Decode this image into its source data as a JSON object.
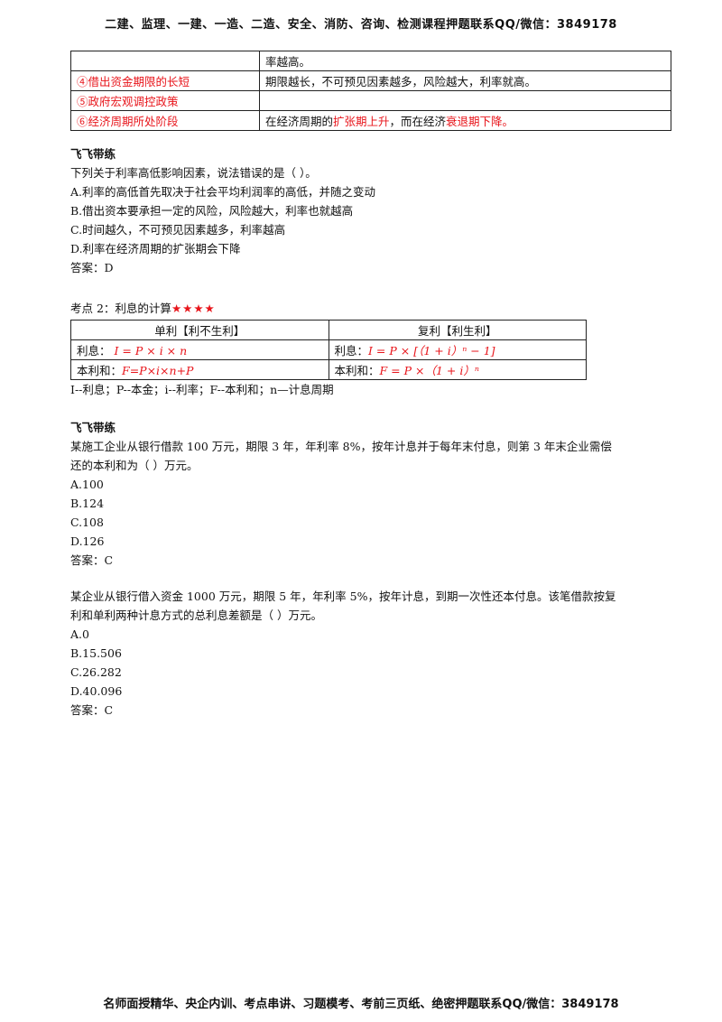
{
  "header": "二建、监理、一建、一造、二造、安全、消防、咨询、检测课程押题联系QQ/微信：3849178",
  "footer": "名师面授精华、央企内训、考点串讲、习题模考、考前三页纸、绝密押题联系QQ/微信：3849178",
  "table1": {
    "row0_c2": "率越高。",
    "rows": [
      {
        "c1": "④借出资金期限的长短",
        "c2": "期限越长，不可预见因素越多，风险越大，利率就高。"
      },
      {
        "c1": "⑤政府宏观调控政策",
        "c2": ""
      },
      {
        "c1": "⑥经济周期所处阶段",
        "c2_a": "在经济周期的",
        "c2_b": "扩张期上升",
        "c2_c": "，而在经济",
        "c2_d": "衰退期下降。"
      }
    ]
  },
  "section1": {
    "title": "飞飞带练",
    "question": "下列关于利率高低影响因素，说法错误的是（    ）。",
    "options": [
      "A.利率的高低首先取决于社会平均利润率的高低，并随之变动",
      "B.借出资本要承担一定的风险，风险越大，利率也就越高",
      "C.时间越久，不可预见因素越多，利率越高",
      "D.利率在经济周期的扩张期会下降"
    ],
    "answer": "答案：D"
  },
  "kaodian": {
    "label": "考点 2：利息的计算",
    "stars": "★★★★"
  },
  "table2": {
    "h1": "单利【利不生利】",
    "h2": "复利【利生利】",
    "r1c1_label": "利息：",
    "r1c1_formula": "I = P × i × n",
    "r1c2_label": "利息：",
    "r1c2_formula": "I = P × [（1 + i）ⁿ − 1]",
    "r2c1_label": "本利和：",
    "r2c1_formula": "F=P×i×n+P",
    "r2c2_label": "本利和：",
    "r2c2_formula": "F = P ×（1 + i）ⁿ"
  },
  "legend_note": "I--利息；P--本金；i--利率；F--本利和；n—计息周期",
  "section2": {
    "title": "飞飞带练",
    "question_l1": "某施工企业从银行借款 100 万元，期限 3 年，年利率 8%，按年计息并于每年末付息，则第 3 年末企业需偿",
    "question_l2": "还的本利和为（    ）万元。",
    "options": [
      "A.100",
      "B.124",
      "C.108",
      "D.126"
    ],
    "answer": "答案：C"
  },
  "section3": {
    "question_l1": "某企业从银行借入资金 1000 万元，期限 5 年，年利率 5%，按年计息，到期一次性还本付息。该笔借款按复",
    "question_l2": "利和单利两种计息方式的总利息差额是（    ）万元。",
    "options": [
      "A.0",
      "B.15.506",
      "C.26.282",
      "D.40.096"
    ],
    "answer": "答案：C"
  }
}
